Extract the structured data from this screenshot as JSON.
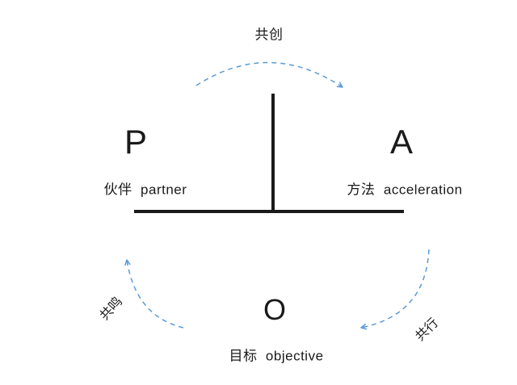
{
  "diagram": {
    "top_label": "共创",
    "bottom_left_label": "共鸣",
    "bottom_right_label": "共行",
    "p": {
      "letter": "P",
      "caption": "伙伴  partner"
    },
    "a": {
      "letter": "A",
      "caption": "方法  acceleration"
    },
    "o": {
      "letter": "O",
      "caption": "目标  objective"
    },
    "colors": {
      "arrow": "#5b9bd5",
      "line": "#1a1a1a"
    }
  }
}
